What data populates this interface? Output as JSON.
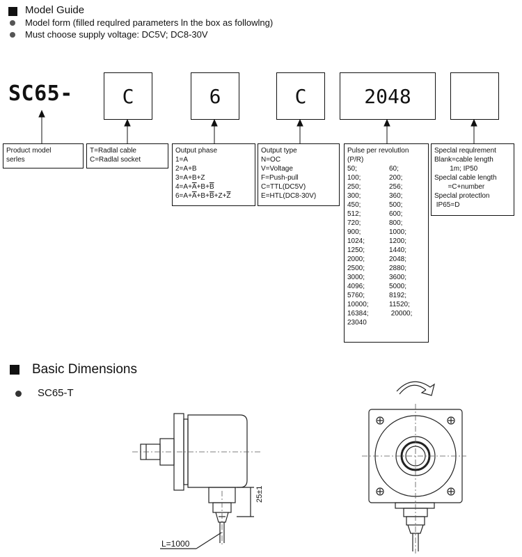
{
  "model_guide": {
    "title": "Model Guide",
    "bullets": [
      "Model form (filled requlred parameters ln the box as followlng)",
      "Must choose supply voltage:  DC5V; DC8-30V"
    ]
  },
  "code": {
    "prefix": "SC65-",
    "boxes": [
      "C",
      "6",
      "C",
      "2048",
      ""
    ]
  },
  "descriptions": {
    "product": [
      "Product model",
      "serles"
    ],
    "cable": [
      "T=Radlal cable",
      "C=Radlal socket"
    ],
    "phase": {
      "title": "Output phase",
      "lines": [
        "1=A",
        "2=A+B",
        "3=A+B+Z"
      ],
      "line4": "4=A+A+B+B",
      "line6": "6=A+A+B+B+Z+Z"
    },
    "output_type": [
      "Output type",
      "N=OC",
      "V=Voltage",
      "F=Push-pull",
      "C=TTL(DC5V)",
      "E=HTL(DC8-30V)"
    ],
    "pulse": {
      "title": "Pulse per revolutlon",
      "unit": "(P/R)",
      "values": [
        "50;",
        "60;",
        "100;",
        "200;",
        "250;",
        "256;",
        "300;",
        "360;",
        "450;",
        "500;",
        "512;",
        "600;",
        "720;",
        "800;",
        "900;",
        "1000;",
        "1024;",
        "1200;",
        "1250;",
        "1440;",
        "2000;",
        "2048;",
        "2500;",
        "2880;",
        "3000;",
        "3600;",
        "4096;",
        "5000;",
        "5760;",
        "8192;",
        "10000;",
        "11520;",
        "16384;",
        " 20000;",
        "23040",
        ""
      ]
    },
    "special": [
      "Speclal requlrement",
      "Blank=cable length",
      "        1m; IP50",
      "Speclal cable length",
      "       =C+number",
      "Speclal protectlon",
      " IP65=D"
    ]
  },
  "dimensions": {
    "title": "Basic Dimensions",
    "model": "SC65-T",
    "dim_25": "25±1",
    "cable_length": "L=1000"
  }
}
